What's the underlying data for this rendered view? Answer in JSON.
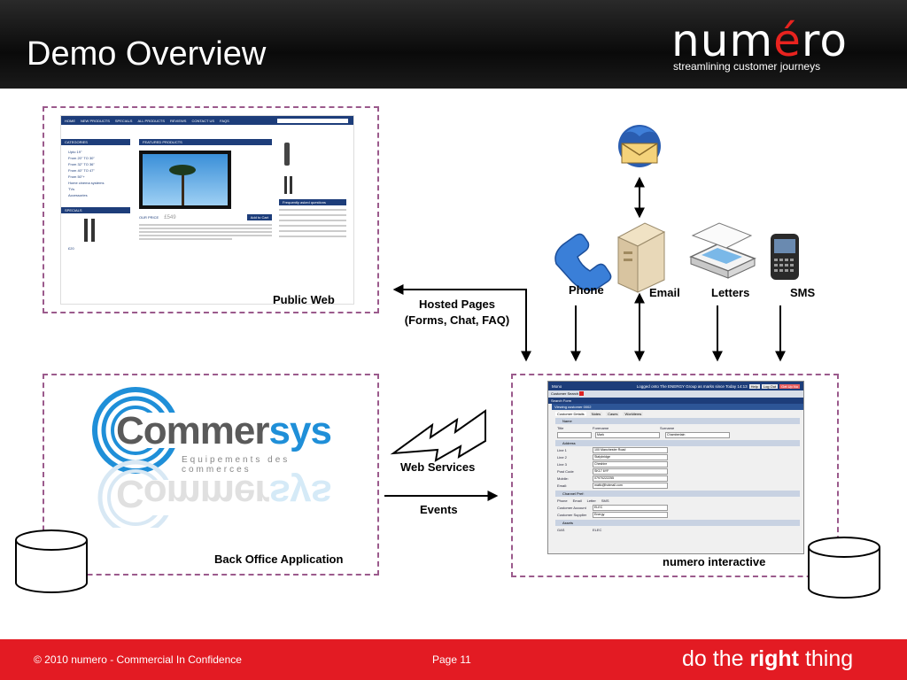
{
  "slide": {
    "title": "Demo Overview",
    "logo_pre": "num",
    "logo_accent": "é",
    "logo_post": "ro",
    "tagline": "streamlining customer journeys"
  },
  "footer": {
    "left": "© 2010 numero  - Commercial In Confidence",
    "page": "Page 11",
    "slogan_pre": "do the ",
    "slogan_bold": "right",
    "slogan_post": " thing"
  },
  "diagram": {
    "public_web_label": "Public Web",
    "hosted_pages_line1": "Hosted Pages",
    "hosted_pages_line2": "(Forms, Chat, FAQ)",
    "channels": [
      "Phone",
      "Email",
      "Letters",
      "SMS"
    ],
    "web_services_label": "Web Services",
    "events_label": "Events",
    "back_office_label": "Back Office Application",
    "numero_interactive_label": "numero interactive",
    "commersys_logo_text_a": "Commer",
    "commersys_logo_text_b": "sys",
    "commersys_tagline": "Equipements des commerces"
  },
  "icons": {
    "email_client": "thunderbird-mail-icon",
    "server": "server-icon",
    "phone": "phone-handset-icon",
    "scanner": "scanner-icon",
    "mobile": "blackberry-phone-icon",
    "database": "database-cylinder-icon",
    "lightning": "lightning-bolt-icon"
  },
  "colors": {
    "header_bg": "#0a0a0a",
    "footer_bg": "#e31b23",
    "dashed_border": "#9b5a8c",
    "commersys_blue": "#1f8fd8",
    "commersys_grey": "#5a5a5a"
  },
  "mock_web": {
    "nav": [
      "HOME",
      "NEW PRODUCTS",
      "SPECIALS",
      "ALL PRODUCTS",
      "REVIEWS",
      "CONTACT US",
      "FAQS"
    ],
    "categories_head": "CATEGORIES",
    "categories": [
      "Upto 19\"",
      "From 20\" TO 30\"",
      "From 32\" TO 36\"",
      "From 40\" TO 47\"",
      "From 50\"+",
      "Home cinema systems",
      "TVs",
      "Accessories"
    ],
    "featured_head": "FEATURED PRODUCTS",
    "specials_head": "SPECIALS",
    "our_price_label": "OUR PRICE",
    "our_price_value": "£549",
    "add_to_cart": "Add to Cart",
    "special_price": "£20",
    "faq_head": "Frequently asked questions"
  },
  "mock_crm": {
    "title": "Mono",
    "logged_in": "Logged onto The ENERGY Group as marks since Today 14:13",
    "btn_help": "Help",
    "btn_logout": "Log Out",
    "btn_other": "Get Up Nu",
    "customer_search": "Customer Search",
    "search_form": "Search Form",
    "viewing": "Viewing customer 0002",
    "tabs": [
      "Customer Details",
      "Notes",
      "Cases",
      "Workitems"
    ],
    "name_section": "Name",
    "title_label": "Title",
    "forename_label": "Forename",
    "surname_label": "Surname",
    "forename": "Mark",
    "surname": "Chamberlain",
    "address_section": "Address",
    "line1_label": "Line 1",
    "line1": "100 Manchester Road",
    "line2_label": "Line 2",
    "line2": "Stalybridge",
    "line3_label": "Line 3",
    "line3": "Cheshire",
    "postcode_label": "Post Code",
    "postcode": "SK17 6YF",
    "mobile_label": "Mobile:",
    "mobile": "07970222255",
    "email_label": "Email:",
    "email": "mattc@hotmail.com",
    "channel_section": "Channel Pref:",
    "channel_opts": [
      "Phone",
      "Email",
      "Letter",
      "SMS"
    ],
    "account_label": "Customer Account",
    "account": "ELEC",
    "supplier_label": "Customer Supplier",
    "supplier": "Energy",
    "assets_section": "Assets",
    "gas_label": "GAS",
    "elec_label": "ELEC"
  }
}
